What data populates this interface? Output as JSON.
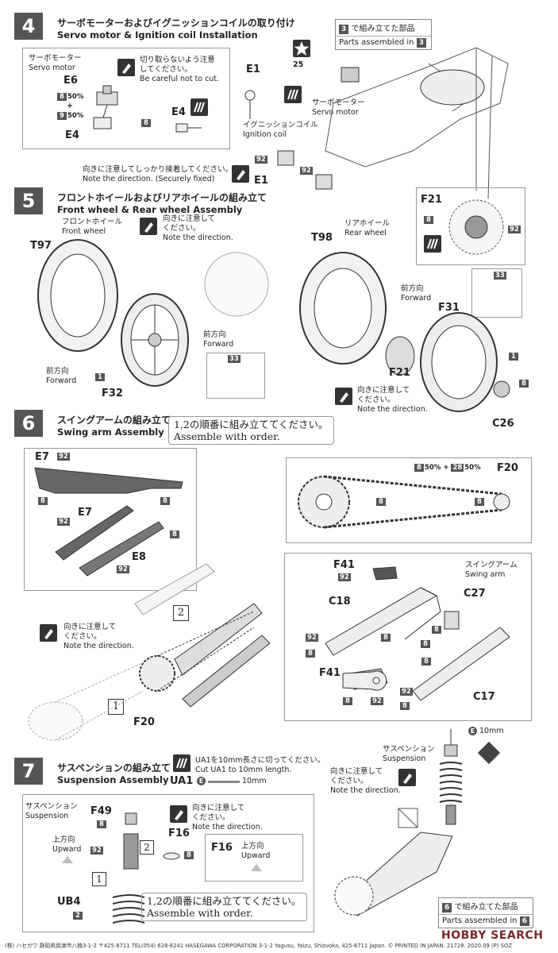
{
  "steps": [
    {
      "num": "4",
      "title_jp": "サーボモーターおよびイグニッションコイルの取り付け",
      "title_en": "Servo motor & Ignition coil Installation"
    },
    {
      "num": "5",
      "title_jp": "フロントホイールおよびリアホイールの組み立て",
      "title_en": "Front wheel & Rear wheel Assembly"
    },
    {
      "num": "6",
      "title_jp": "スイングアームの組み立て",
      "title_en": "Swing arm Assembly"
    },
    {
      "num": "7",
      "title_jp": "サスペンションの組み立て",
      "title_en": "Suspension Assembly"
    }
  ],
  "step4": {
    "servo_jp": "サーボモーター",
    "servo_en": "Servo motor",
    "note_cut_jp1": "切り取らないよう注意",
    "note_cut_jp2": "してください。",
    "note_cut_en": "Be careful not to cut.",
    "e6": "E6",
    "e4a": "E4",
    "e4b": "E4",
    "e1a": "E1",
    "e1b": "E1",
    "g8_50": "8",
    "pct1": "50%",
    "plus": "+",
    "g9_50": "9",
    "pct2": "50%",
    "g8": "8",
    "parts_jp": "で組み立てた部品",
    "parts_num": "3",
    "parts_en": "Parts assembled in",
    "parts_num2": "3",
    "star_num": "25",
    "servo2_jp": "サーボモーター",
    "servo2_en": "Servo motor",
    "ign_jp": "イグニッションコイル",
    "ign_en": "Ignition coil",
    "g92a": "92",
    "g92b": "92",
    "fix_jp": "向きに注意してしっかり接着してください。",
    "fix_en": "Note the direction. (Securely fixed)"
  },
  "step5": {
    "front_jp": "フロントホイール",
    "front_en": "Front wheel",
    "dir_jp1": "向きに注意して",
    "dir_jp2": "ください。",
    "dir_en": "Note the direction.",
    "t97": "T97",
    "t98": "T98",
    "f32": "F32",
    "f31": "F31",
    "f21a": "F21",
    "f21b": "F21",
    "c26": "C26",
    "fwd1_jp": "前方向",
    "fwd1_en": "Forward",
    "fwd2_jp": "前方向",
    "fwd2_en": "Forward",
    "fwd3_jp": "前方向",
    "fwd3_en": "Forward",
    "rear_jp": "リアホイール",
    "rear_en": "Rear wheel",
    "g1a": "1",
    "g1b": "1",
    "g33a": "33",
    "g33b": "33",
    "g8a": "8",
    "g8b": "8",
    "g92": "92",
    "dir2_jp": "向きに注意して",
    "dir2_jp2": "ください。",
    "dir2_en": "Note the direction."
  },
  "step6": {
    "order_jp": "1,2の順番に組み立ててください。",
    "order_en": "Assemble with order.",
    "e7a": "E7",
    "e7b": "E7",
    "e8": "E8",
    "g92a": "92",
    "g92b": "92",
    "g92c": "92",
    "g8a": "8",
    "g8b": "8",
    "g8c": "8",
    "chain_g8": "8",
    "chain_p1": "50%",
    "chain_plus": "+",
    "chain_g28": "28",
    "chain_p2": "50%",
    "f20a": "F20",
    "f20b": "F20",
    "g8d": "8",
    "g8e": "8",
    "dir_jp1": "向きに注意して",
    "dir_jp2": "ください。",
    "dir_en": "Note the direction.",
    "ord1": "1",
    "ord2": "2",
    "f41a": "F41",
    "f41b": "F41",
    "c18": "C18",
    "c27": "C27",
    "c17": "C17",
    "swing_jp": "スイングアーム",
    "swing_en": "Swing arm",
    "g92d": "92",
    "g92e": "92",
    "g92f": "92",
    "g92g": "92",
    "g8f": "8",
    "g8g": "8",
    "g8h": "8",
    "g8i": "8",
    "g8j": "8",
    "g8k": "8",
    "g8l": "8"
  },
  "step7": {
    "cut_jp": "UA1を10mm長さに切ってください。",
    "cut_en": "Cut UA1 to 10mm length.",
    "ua1": "UA1",
    "e_mark": "E",
    "mm10": "10mm",
    "susp_jp": "サスペンション",
    "susp_en": "Suspension",
    "susp2_jp": "サスペンション",
    "susp2_en": "Suspension",
    "dir_jp1": "向きに注意して",
    "dir_jp2": "ください。",
    "dir_en": "Note the direction.",
    "f49": "F49",
    "f16": "F16",
    "f16b": "F16",
    "ub4": "UB4",
    "g8a": "8",
    "g8b": "8",
    "g92": "92",
    "g2": "2",
    "ord1": "1",
    "ord2": "2",
    "up1_jp": "上方向",
    "up1_en": "Upward",
    "up2_jp": "上方向",
    "up2_en": "Upward",
    "order_jp": "1,2の順番に組み立ててください。",
    "order_en": "Assemble with order.",
    "right_dir_jp1": "向きに注意して",
    "right_dir_jp2": "ください。",
    "right_dir_en": "Note the direction.",
    "e_mark2": "E",
    "mm10b": "10mm",
    "parts_num": "6",
    "parts_jp": "で組み立てた部品",
    "parts_en": "Parts assembled in",
    "parts_num2": "6"
  },
  "footer": {
    "text": "(株) ハセガワ 静岡県焼津市八楠3-1-2  〒425-8711  TEL(054) 628-8241     HASEGAWA CORPORATION  3-1-2 Yagusu, Yaizu, Shizuoka, 425-8711 Japan.     © PRINTED IN JAPAN. 21728. 2020.09 (P) SOZ"
  },
  "watermark": "HOBBY SEARCH"
}
